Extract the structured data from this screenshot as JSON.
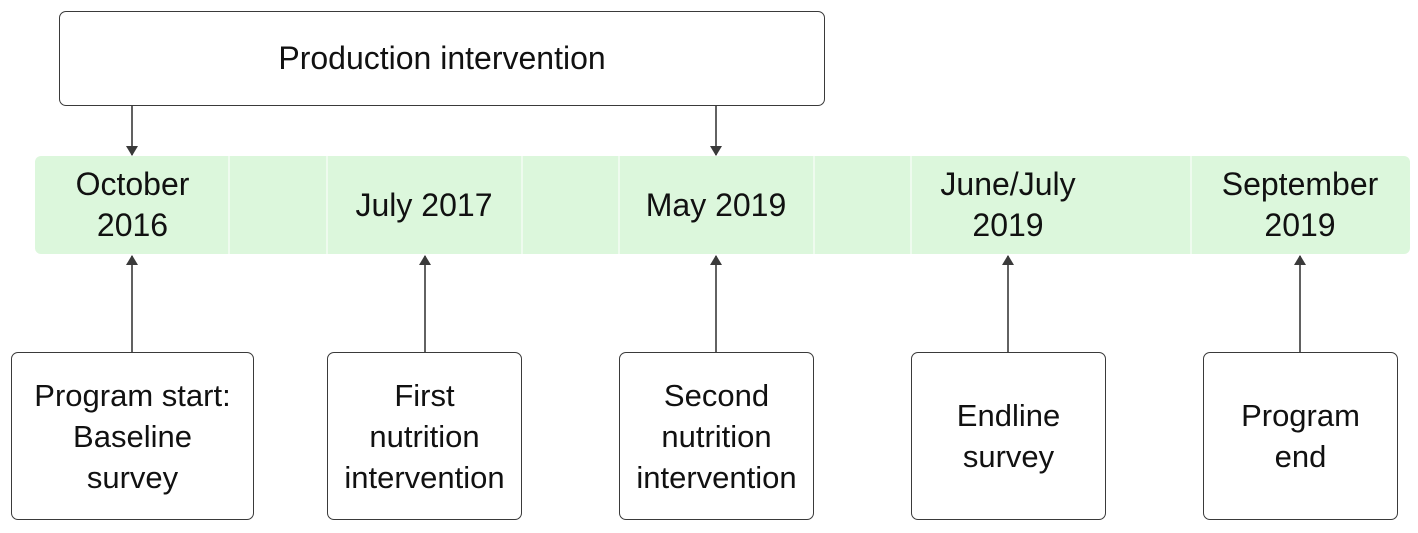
{
  "top_box": {
    "label": "Production intervention"
  },
  "timeline": {
    "dates": [
      "October\n2016",
      "July 2017",
      "May 2019",
      "June/July\n2019",
      "September\n2019"
    ]
  },
  "events": [
    "Program start:\nBaseline\nsurvey",
    "First\nnutrition\nintervention",
    "Second\nnutrition\nintervention",
    "Endline\nsurvey",
    "Program\nend"
  ],
  "colors": {
    "timeline_band": "#dcf7dc",
    "box_border": "#3a3a3a",
    "arrow": "#3a3a3a"
  }
}
